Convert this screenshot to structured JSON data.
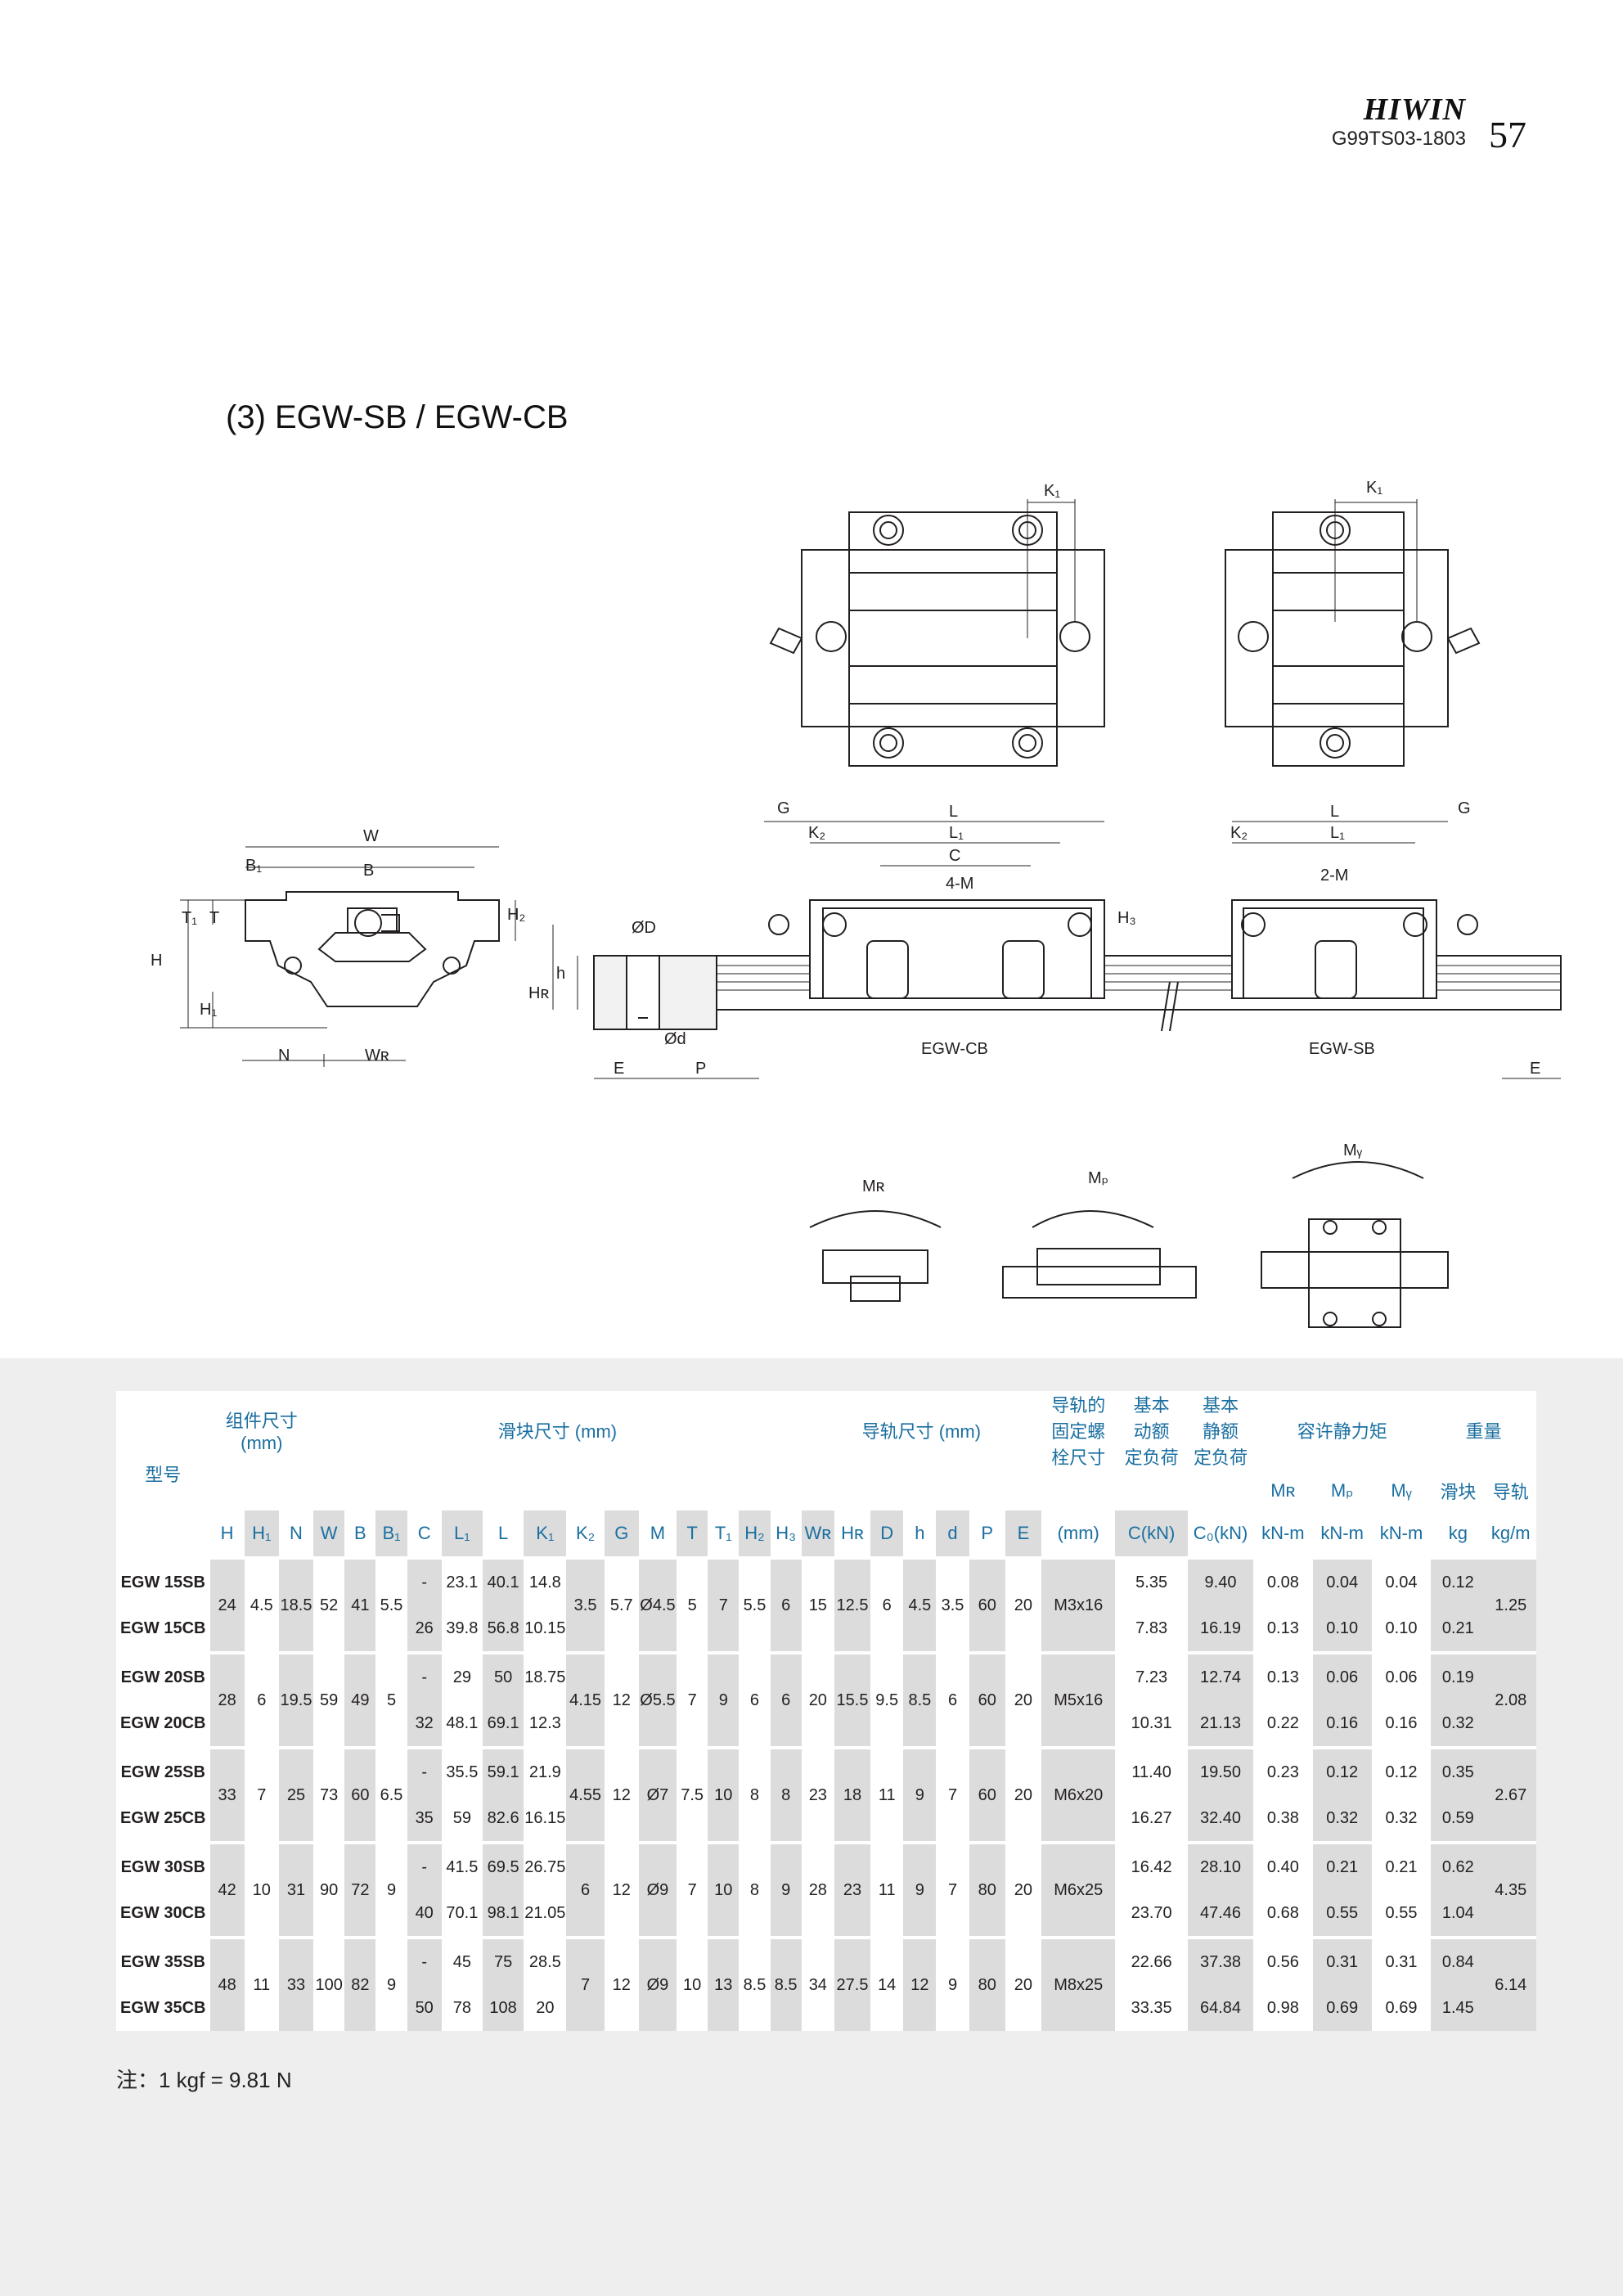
{
  "header": {
    "brand": "HIWIN",
    "doc_id": "G99TS03-1803",
    "page": "57"
  },
  "section_title": "(3) EGW-SB / EGW-CB",
  "drawing_labels": {
    "W": "W",
    "B": "B",
    "B1": "B₁",
    "T": "T",
    "T1": "T₁",
    "H": "H",
    "H1": "H₁",
    "H2": "H₂",
    "N": "N",
    "WR": "Wʀ",
    "phiD": "ØD",
    "h": "h",
    "HR": "Hʀ",
    "phid": "Ød",
    "E": "E",
    "P": "P",
    "G": "G",
    "K2": "K₂",
    "L": "L",
    "L1": "L₁",
    "C": "C",
    "4M": "4-M",
    "2M": "2-M",
    "H3": "H₃",
    "K1": "K₁",
    "egwcb": "EGW-CB",
    "egwsb": "EGW-SB",
    "MR": "Mʀ",
    "MP": "Mₚ",
    "MY": "Mᵧ"
  },
  "table": {
    "group_headers": {
      "model": "型号",
      "assembly": "组件尺寸\n(mm)",
      "block": "滑块尺寸 (mm)",
      "rail": "导轨尺寸 (mm)",
      "bolt": "导轨的\n固定螺\n栓尺寸",
      "dyn": "基本\n动额\n定负荷",
      "stat": "基本\n静额\n定负荷",
      "moment": "容许静力矩",
      "weight": "重量"
    },
    "sub_headers": [
      "H",
      "H₁",
      "N",
      "W",
      "B",
      "B₁",
      "C",
      "L₁",
      "L",
      "K₁",
      "K₂",
      "G",
      "M",
      "T",
      "T₁",
      "H₂",
      "H₃",
      "Wʀ",
      "Hʀ",
      "D",
      "h",
      "d",
      "P",
      "E",
      "(mm)",
      "C(kN)",
      "C₀(kN)"
    ],
    "moment_sub": [
      "Mʀ",
      "Mₚ",
      "Mᵧ"
    ],
    "moment_units": [
      "kN-m",
      "kN-m",
      "kN-m"
    ],
    "weight_sub": [
      "滑块",
      "导轨"
    ],
    "weight_units": [
      "kg",
      "kg/m"
    ],
    "rows": [
      {
        "group": {
          "H": "24",
          "H1": "4.5",
          "N": "18.5",
          "W": "52",
          "B": "41",
          "B1": "5.5",
          "K2": "3.5",
          "G": "5.7",
          "M": "Ø4.5",
          "T": "5",
          "T1": "7",
          "H2": "5.5",
          "H3": "6",
          "WR": "15",
          "HR": "12.5",
          "D": "6",
          "h": "4.5",
          "d": "3.5",
          "P": "60",
          "E": "20",
          "bolt": "M3x16",
          "rail_kg": "1.25"
        },
        "items": [
          {
            "model": "EGW 15SB",
            "C": "-",
            "L1": "23.1",
            "L": "40.1",
            "K1": "14.8",
            "Cd": "5.35",
            "C0": "9.40",
            "MR": "0.08",
            "MP": "0.04",
            "MY": "0.04",
            "kg": "0.12"
          },
          {
            "model": "EGW 15CB",
            "C": "26",
            "L1": "39.8",
            "L": "56.8",
            "K1": "10.15",
            "Cd": "7.83",
            "C0": "16.19",
            "MR": "0.13",
            "MP": "0.10",
            "MY": "0.10",
            "kg": "0.21"
          }
        ]
      },
      {
        "group": {
          "H": "28",
          "H1": "6",
          "N": "19.5",
          "W": "59",
          "B": "49",
          "B1": "5",
          "K2": "4.15",
          "G": "12",
          "M": "Ø5.5",
          "T": "7",
          "T1": "9",
          "H2": "6",
          "H3": "6",
          "WR": "20",
          "HR": "15.5",
          "D": "9.5",
          "h": "8.5",
          "d": "6",
          "P": "60",
          "E": "20",
          "bolt": "M5x16",
          "rail_kg": "2.08"
        },
        "items": [
          {
            "model": "EGW 20SB",
            "C": "-",
            "L1": "29",
            "L": "50",
            "K1": "18.75",
            "Cd": "7.23",
            "C0": "12.74",
            "MR": "0.13",
            "MP": "0.06",
            "MY": "0.06",
            "kg": "0.19"
          },
          {
            "model": "EGW 20CB",
            "C": "32",
            "L1": "48.1",
            "L": "69.1",
            "K1": "12.3",
            "Cd": "10.31",
            "C0": "21.13",
            "MR": "0.22",
            "MP": "0.16",
            "MY": "0.16",
            "kg": "0.32"
          }
        ]
      },
      {
        "group": {
          "H": "33",
          "H1": "7",
          "N": "25",
          "W": "73",
          "B": "60",
          "B1": "6.5",
          "K2": "4.55",
          "G": "12",
          "M": "Ø7",
          "T": "7.5",
          "T1": "10",
          "H2": "8",
          "H3": "8",
          "WR": "23",
          "HR": "18",
          "D": "11",
          "h": "9",
          "d": "7",
          "P": "60",
          "E": "20",
          "bolt": "M6x20",
          "rail_kg": "2.67"
        },
        "items": [
          {
            "model": "EGW 25SB",
            "C": "-",
            "L1": "35.5",
            "L": "59.1",
            "K1": "21.9",
            "Cd": "11.40",
            "C0": "19.50",
            "MR": "0.23",
            "MP": "0.12",
            "MY": "0.12",
            "kg": "0.35"
          },
          {
            "model": "EGW 25CB",
            "C": "35",
            "L1": "59",
            "L": "82.6",
            "K1": "16.15",
            "Cd": "16.27",
            "C0": "32.40",
            "MR": "0.38",
            "MP": "0.32",
            "MY": "0.32",
            "kg": "0.59"
          }
        ]
      },
      {
        "group": {
          "H": "42",
          "H1": "10",
          "N": "31",
          "W": "90",
          "B": "72",
          "B1": "9",
          "K2": "6",
          "G": "12",
          "M": "Ø9",
          "T": "7",
          "T1": "10",
          "H2": "8",
          "H3": "9",
          "WR": "28",
          "HR": "23",
          "D": "11",
          "h": "9",
          "d": "7",
          "P": "80",
          "E": "20",
          "bolt": "M6x25",
          "rail_kg": "4.35"
        },
        "items": [
          {
            "model": "EGW 30SB",
            "C": "-",
            "L1": "41.5",
            "L": "69.5",
            "K1": "26.75",
            "Cd": "16.42",
            "C0": "28.10",
            "MR": "0.40",
            "MP": "0.21",
            "MY": "0.21",
            "kg": "0.62"
          },
          {
            "model": "EGW 30CB",
            "C": "40",
            "L1": "70.1",
            "L": "98.1",
            "K1": "21.05",
            "Cd": "23.70",
            "C0": "47.46",
            "MR": "0.68",
            "MP": "0.55",
            "MY": "0.55",
            "kg": "1.04"
          }
        ]
      },
      {
        "group": {
          "H": "48",
          "H1": "11",
          "N": "33",
          "W": "100",
          "B": "82",
          "B1": "9",
          "K2": "7",
          "G": "12",
          "M": "Ø9",
          "T": "10",
          "T1": "13",
          "H2": "8.5",
          "H3": "8.5",
          "WR": "34",
          "HR": "27.5",
          "D": "14",
          "h": "12",
          "d": "9",
          "P": "80",
          "E": "20",
          "bolt": "M8x25",
          "rail_kg": "6.14"
        },
        "items": [
          {
            "model": "EGW 35SB",
            "C": "-",
            "L1": "45",
            "L": "75",
            "K1": "28.5",
            "Cd": "22.66",
            "C0": "37.38",
            "MR": "0.56",
            "MP": "0.31",
            "MY": "0.31",
            "kg": "0.84"
          },
          {
            "model": "EGW 35CB",
            "C": "50",
            "L1": "78",
            "L": "108",
            "K1": "20",
            "Cd": "33.35",
            "C0": "64.84",
            "MR": "0.98",
            "MP": "0.69",
            "MY": "0.69",
            "kg": "1.45"
          }
        ]
      }
    ]
  },
  "note": "注：1 kgf = 9.81 N"
}
